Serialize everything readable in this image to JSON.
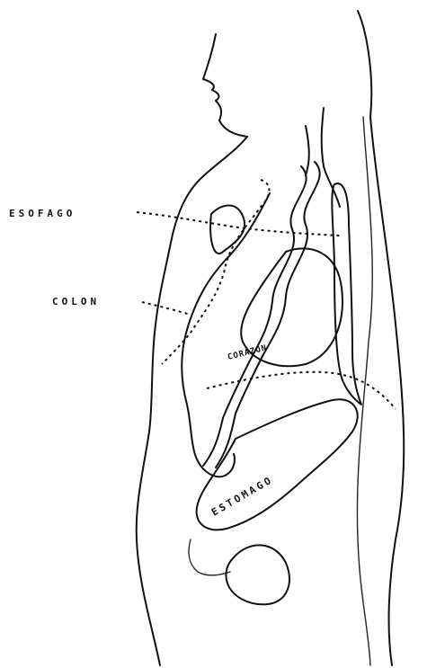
{
  "labels": {
    "esophagus": "ESOFAGO",
    "colon": "COLON",
    "lung": "CORAZON",
    "stomach": "ESTOMAGO"
  },
  "colors": {
    "ink": "#111111",
    "paper": "#ffffff"
  }
}
